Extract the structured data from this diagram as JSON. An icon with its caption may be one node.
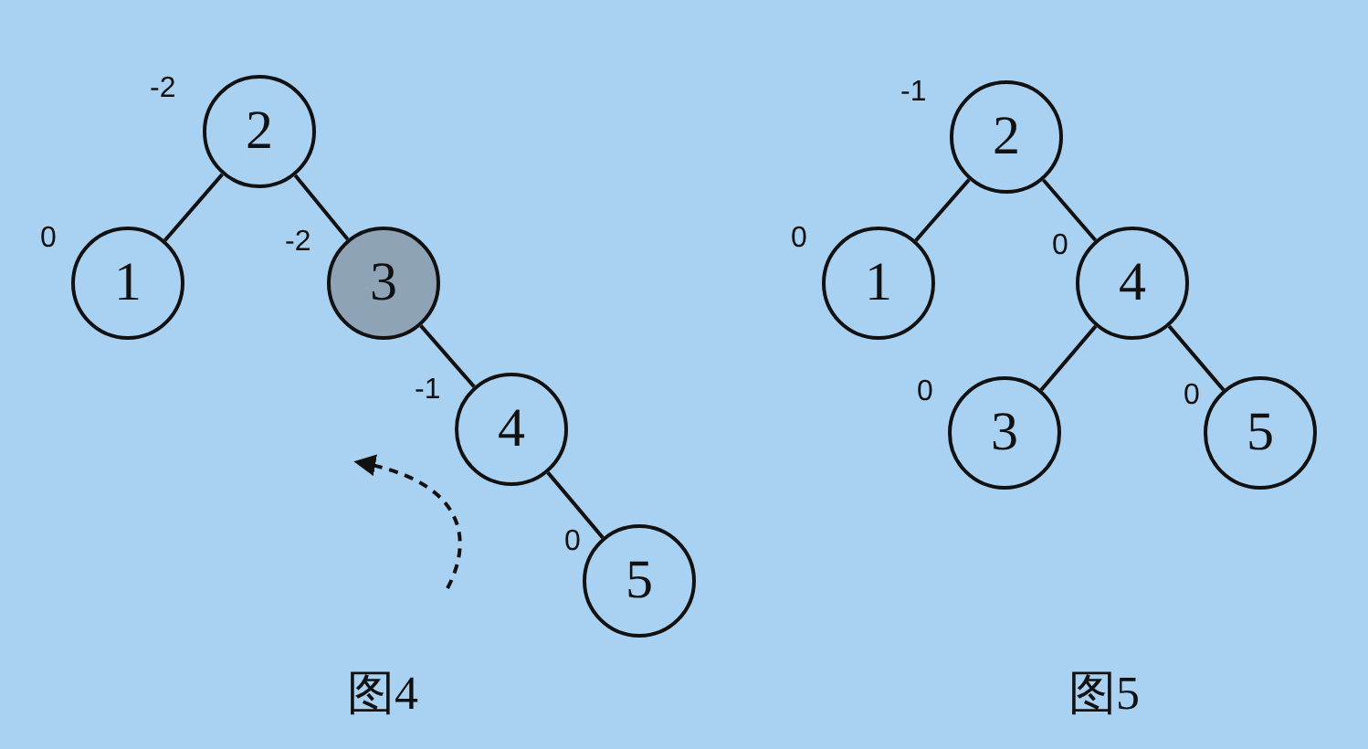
{
  "diagram": {
    "nodes": [
      {
        "text": [
          "2"
        ],
        "beside": [
          "-2"
        ]
      },
      {
        "text": [
          "1"
        ],
        "beside": [
          "0"
        ]
      },
      {
        "text": [
          "3"
        ],
        "beside": [
          "-2"
        ]
      },
      {
        "text": [
          "4"
        ],
        "beside": [
          "-1"
        ]
      },
      {
        "text": [
          "5"
        ],
        "beside": [
          "0"
        ]
      },
      {
        "text": [
          "2"
        ],
        "beside": [
          "-1"
        ]
      },
      {
        "text": [
          "1"
        ],
        "beside": [
          "0"
        ]
      },
      {
        "text": [
          "4"
        ],
        "beside": [
          "0"
        ]
      },
      {
        "text": [
          "3"
        ],
        "beside": [
          "0"
        ]
      },
      {
        "text": [
          "5"
        ],
        "beside": [
          "0"
        ]
      }
    ],
    "edges": [
      {
        "from": 0,
        "to": 1,
        "arrow": "none"
      },
      {
        "from": 0,
        "to": 2,
        "arrow": "none"
      },
      {
        "from": 2,
        "to": 3,
        "arrow": "none"
      },
      {
        "from": 3,
        "to": 4,
        "arrow": "none"
      },
      {
        "from": 5,
        "to": 6,
        "arrow": "none"
      },
      {
        "from": 5,
        "to": 7,
        "arrow": "none"
      },
      {
        "from": 7,
        "to": 8,
        "arrow": "none"
      },
      {
        "from": 7,
        "to": 9,
        "arrow": "none"
      }
    ],
    "labels": [
      "图4",
      "图5"
    ]
  }
}
